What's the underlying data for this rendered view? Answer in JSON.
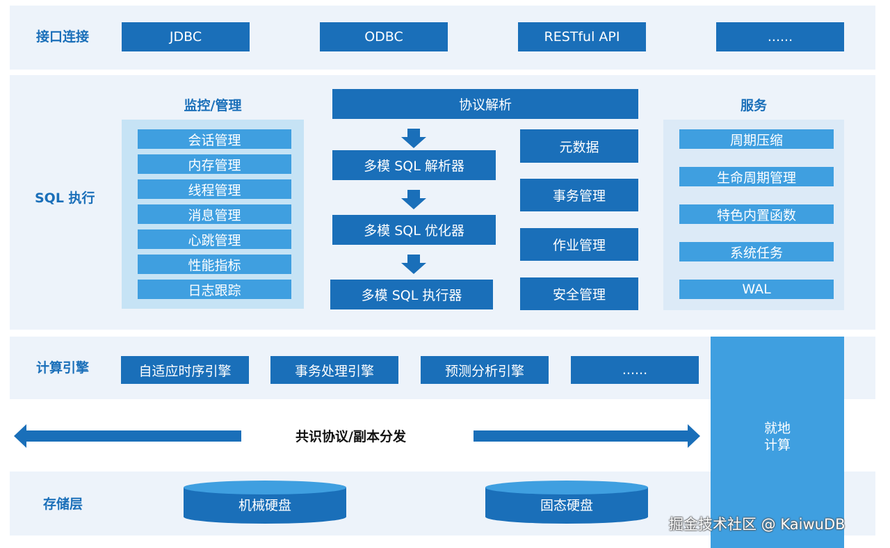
{
  "interface_layer": {
    "label": "接口连接",
    "items": [
      "JDBC",
      "ODBC",
      "RESTful API",
      "......"
    ]
  },
  "sql_layer": {
    "label": "SQL 执行",
    "monitor": {
      "title": "监控/管理",
      "items": [
        "会话管理",
        "内存管理",
        "线程管理",
        "消息管理",
        "心跳管理",
        "性能指标",
        "日志跟踪"
      ]
    },
    "protocol": "协议解析",
    "pipeline": [
      "多模 SQL 解析器",
      "多模 SQL 优化器",
      "多模 SQL 执行器"
    ],
    "modules": [
      "元数据",
      "事务管理",
      "作业管理",
      "安全管理"
    ],
    "services": {
      "title": "服务",
      "items": [
        "周期压缩",
        "生命周期管理",
        "特色内置函数",
        "系统任务",
        "WAL"
      ]
    }
  },
  "compute_layer": {
    "label": "计算引擎",
    "items": [
      "自适应时序引擎",
      "事务处理引擎",
      "预测分析引擎",
      "......"
    ]
  },
  "consensus": {
    "label": "共识协议/副本分发"
  },
  "local_compute": {
    "label": "就地\n计算"
  },
  "storage_layer": {
    "label": "存储层",
    "items": [
      "机械硬盘",
      "固态硬盘"
    ]
  },
  "watermark": "掘金技术社区 @ KaiwuDB",
  "colors": {
    "dark_blue": "#1a6fb9",
    "light_blue": "#3f9fe0",
    "band_bg": "#edf3fa",
    "panel_bg": "#c6e3f5"
  }
}
